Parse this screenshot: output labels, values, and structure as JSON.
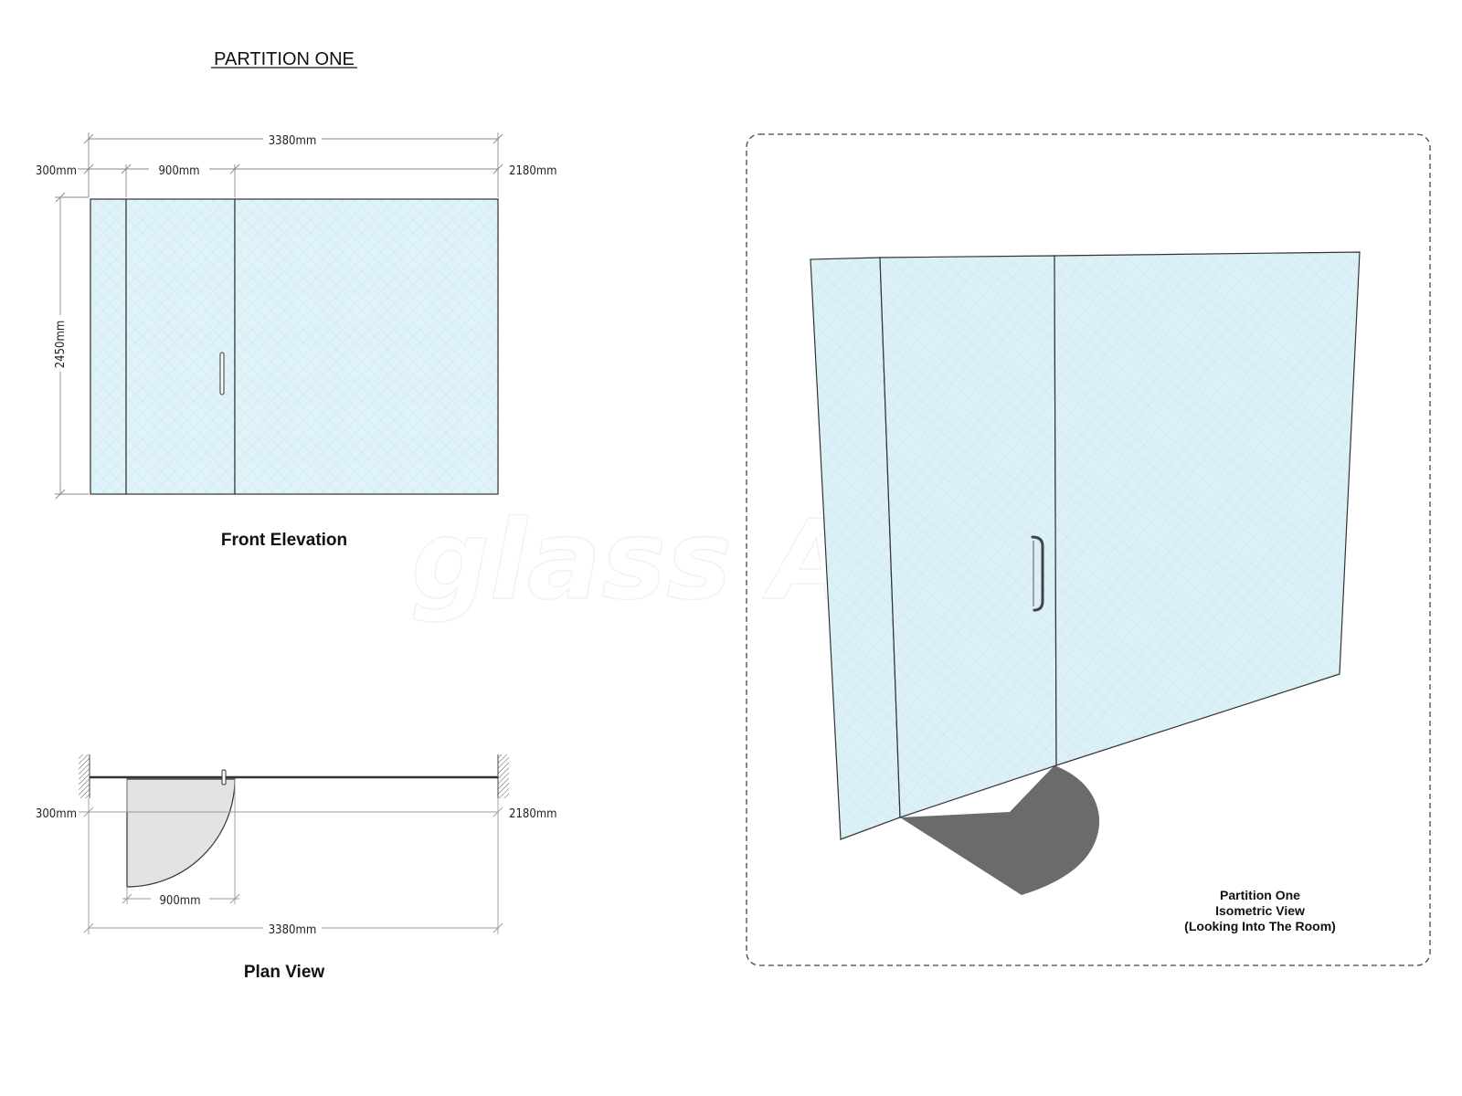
{
  "title": "PARTITION ONE",
  "front_elevation": {
    "label": "Front Elevation",
    "dims": {
      "overall": "3380mm",
      "left_panel": "300mm",
      "door": "900mm",
      "right_panel": "2180mm",
      "height": "2450mm"
    }
  },
  "plan_view": {
    "label": "Plan View",
    "dims": {
      "left_panel": "300mm",
      "right_panel": "2180mm",
      "door": "900mm",
      "overall": "3380mm"
    }
  },
  "isometric": {
    "caption_line1": "Partition One",
    "caption_line2": "Isometric View",
    "caption_line3": "(Looking Into The Room)"
  },
  "watermark": "glass AT",
  "colors": {
    "glass": "#dff3f8",
    "frame_line": "#333333",
    "door_swing_fill": "#e3e3e3",
    "floor_shadow": "#6b6b6b",
    "dim_line": "#888888"
  }
}
